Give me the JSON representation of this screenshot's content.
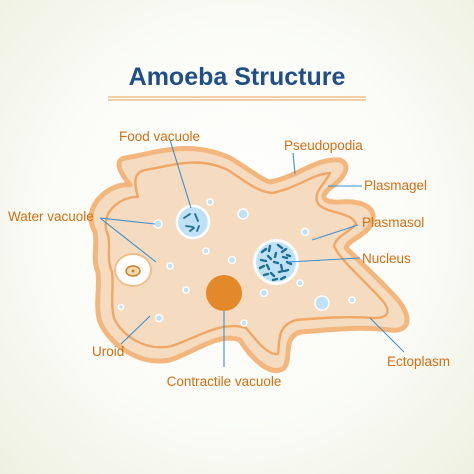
{
  "title": "Amoeba Structure",
  "labels": {
    "food_vacuole": "Food vacuole",
    "pseudopodia": "Pseudopodia",
    "plasmagel": "Plasmagel",
    "water_vacuole": "Water vacuole",
    "plasmasol": "Plasmasol",
    "nucleus": "Nucleus",
    "uroid": "Uroid",
    "ectoplasm": "Ectoplasm",
    "contractile_vacuole": "Contractile vacuole"
  },
  "colors": {
    "title": "#1f4f86",
    "labels": "#d36e12",
    "leader_lines": "#3d8fcf",
    "cell_fill": "#f5dcc0",
    "cell_outline": "#f3b77e",
    "inner_membrane": "#f0a766",
    "water_vacuole": "#bfe1f5",
    "nucleus": "#1e6f93",
    "contractile_vacuole": "#e2892a"
  }
}
